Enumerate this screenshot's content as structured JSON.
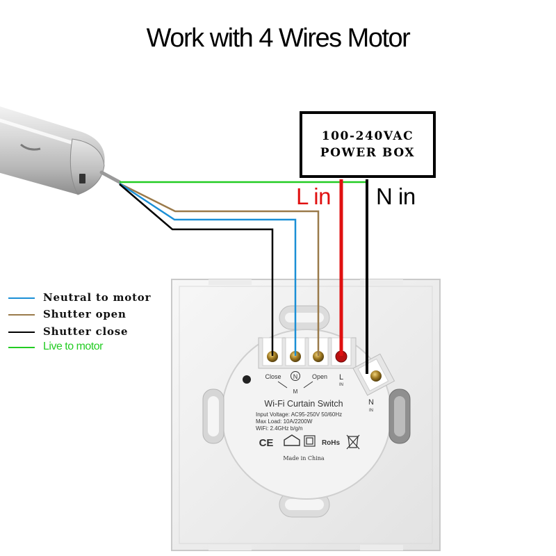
{
  "title": "Work with 4 Wires Motor",
  "power_box": {
    "line1": "100-240VAC",
    "line2": "POWER BOX"
  },
  "inputs": {
    "live": {
      "label": "L in",
      "color": "#e01010"
    },
    "neutral": {
      "label": "N in",
      "color": "#000000"
    }
  },
  "legend": [
    {
      "label": "Neutral to motor",
      "color": "#1a8fd6"
    },
    {
      "label": "Shutter open",
      "color": "#9a7a4a"
    },
    {
      "label": "Shutter close",
      "color": "#000000"
    },
    {
      "label": "Live to motor",
      "color": "#22cc22"
    }
  ],
  "switch": {
    "terminals": {
      "close": "Close",
      "n": "N",
      "open": "Open",
      "l": "L",
      "l_sub": "IN",
      "n_in": "N",
      "n_in_sub": "IN",
      "m": "M"
    },
    "product_name": "Wi-Fi Curtain Switch",
    "specs": [
      "Input Voltage: AC95-250V 50/60Hz",
      "Max Load: 10A/2200W",
      "WiFi: 2.4GHz b/g/n"
    ],
    "marks": {
      "ce": "CE",
      "rohs": "RoHs"
    },
    "made_in": "Made in China"
  }
}
